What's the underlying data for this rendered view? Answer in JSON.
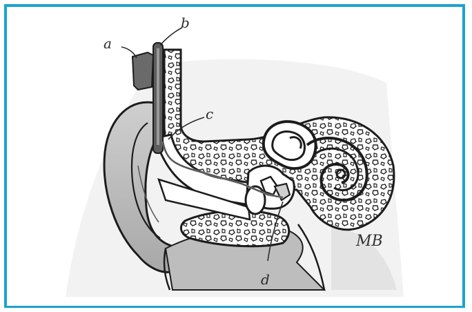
{
  "figure": {
    "frame_color": "#1aa3cf",
    "ink_color": "#1c1c1c",
    "shading_color": "#9a9a9a",
    "device_color": "#6a6a6a",
    "labels": {
      "a": "a",
      "b": "b",
      "c": "c",
      "d": "d"
    },
    "artist_signature": "MB"
  }
}
